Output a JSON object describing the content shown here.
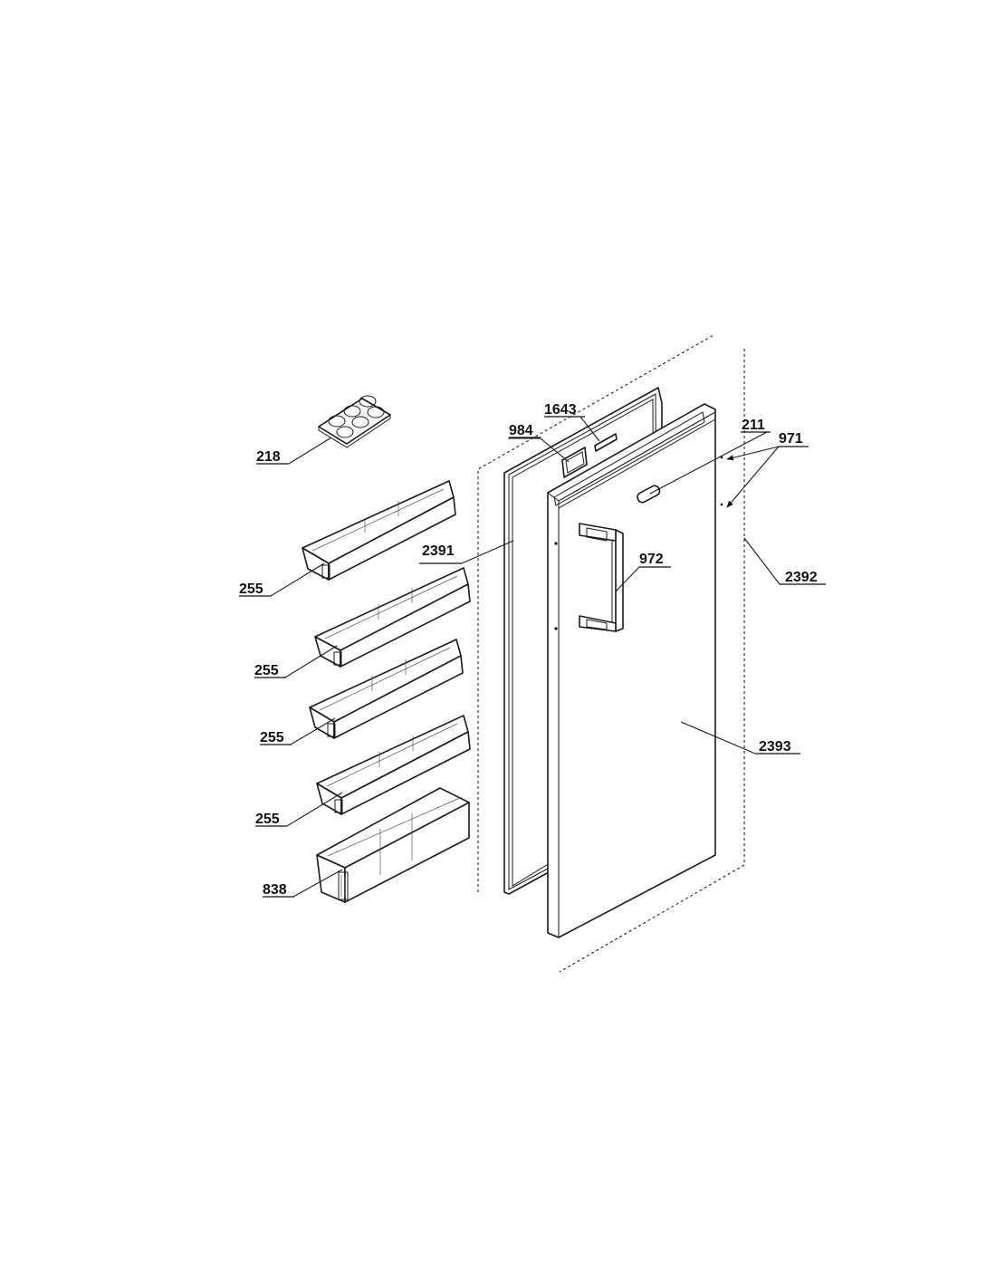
{
  "labels": {
    "egg_tray": "218",
    "door_shelf_1": "255",
    "door_shelf_2": "255",
    "door_shelf_3": "255",
    "door_shelf_4": "255",
    "bottle_shelf": "838",
    "display_cover": "984",
    "display_part": "1643",
    "gasket": "2391",
    "handle_cover": "211",
    "hinge_plug": "971",
    "handle": "972",
    "door_assembly": "2392",
    "door_panel": "2393"
  },
  "colors": {
    "line": "#1a1a1a",
    "background": "#ffffff"
  }
}
